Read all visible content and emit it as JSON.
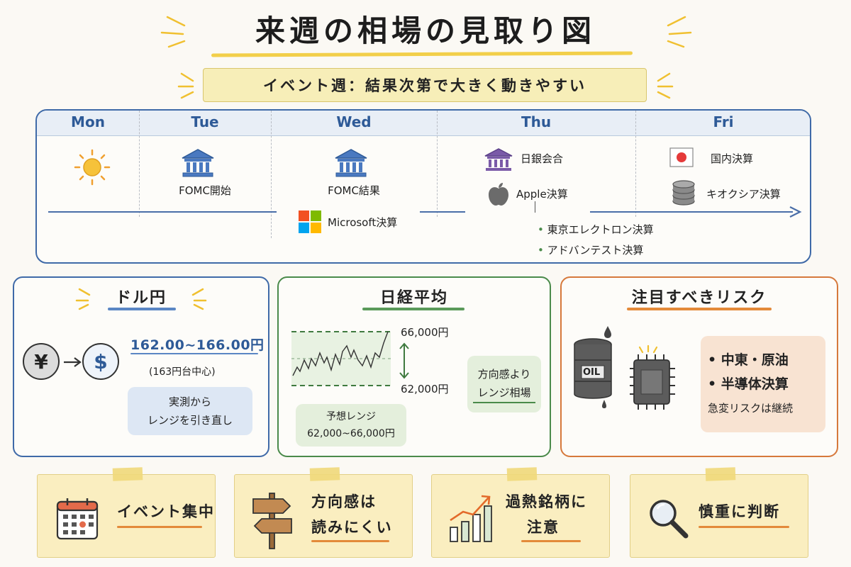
{
  "header": {
    "title": "来週の相場の見取り図",
    "subtitle": "イベント週：結果次第で大きく動きやすい"
  },
  "timeline": {
    "days": [
      "Mon",
      "Tue",
      "Wed",
      "Thu",
      "Fri"
    ],
    "events": {
      "tue": "FOMC開始",
      "wed": "FOMC結果",
      "wed_extra": "Microsoft決算",
      "thu_boj": "日銀会合",
      "thu_apple": "Apple決算",
      "thu_sub1": "東京エレクトロン決算",
      "thu_sub2": "アドバンテスト決算",
      "fri_domestic": "国内決算",
      "fri_kioxia": "キオクシア決算"
    },
    "icons": {
      "mon": "sun-icon",
      "tue": "bank-icon",
      "wed": "bank-icon",
      "thu": "bank-icon",
      "fri": "japan-flag-icon"
    }
  },
  "usd_jpy": {
    "title": "ドル円",
    "from_symbol": "¥",
    "to_symbol": "$",
    "range": "162.00~166.00円",
    "center": "(163円台中心)",
    "note_line1": "実測から",
    "note_line2": "レンジを引き直し"
  },
  "nikkei": {
    "title": "日経平均",
    "upper": "66,000円",
    "lower": "62,000円",
    "forecast_label": "予想レンジ",
    "forecast_range": "62,000~66,000円",
    "comment_line1": "方向感より",
    "comment_line2": "レンジ相場"
  },
  "risk": {
    "title": "注目すべきリスク",
    "oil_label": "OIL",
    "items": [
      "中東・原油",
      "半導体決算"
    ],
    "footer": "急変リスクは継続"
  },
  "notes": [
    {
      "lines": [
        "イベント集中"
      ],
      "icon": "calendar-icon"
    },
    {
      "lines": [
        "方向感は",
        "読みにくい"
      ],
      "icon": "signpost-icon"
    },
    {
      "lines": [
        "過熱銘柄に",
        "注意"
      ],
      "icon": "bar-chart-up-icon"
    },
    {
      "lines": [
        "慎重に判断"
      ],
      "icon": "magnifier-icon"
    }
  ],
  "colors": {
    "blue": "#3f6aa8",
    "green": "#4a8a4a",
    "orange": "#d6793c",
    "yellow": "#f2cf4a"
  }
}
